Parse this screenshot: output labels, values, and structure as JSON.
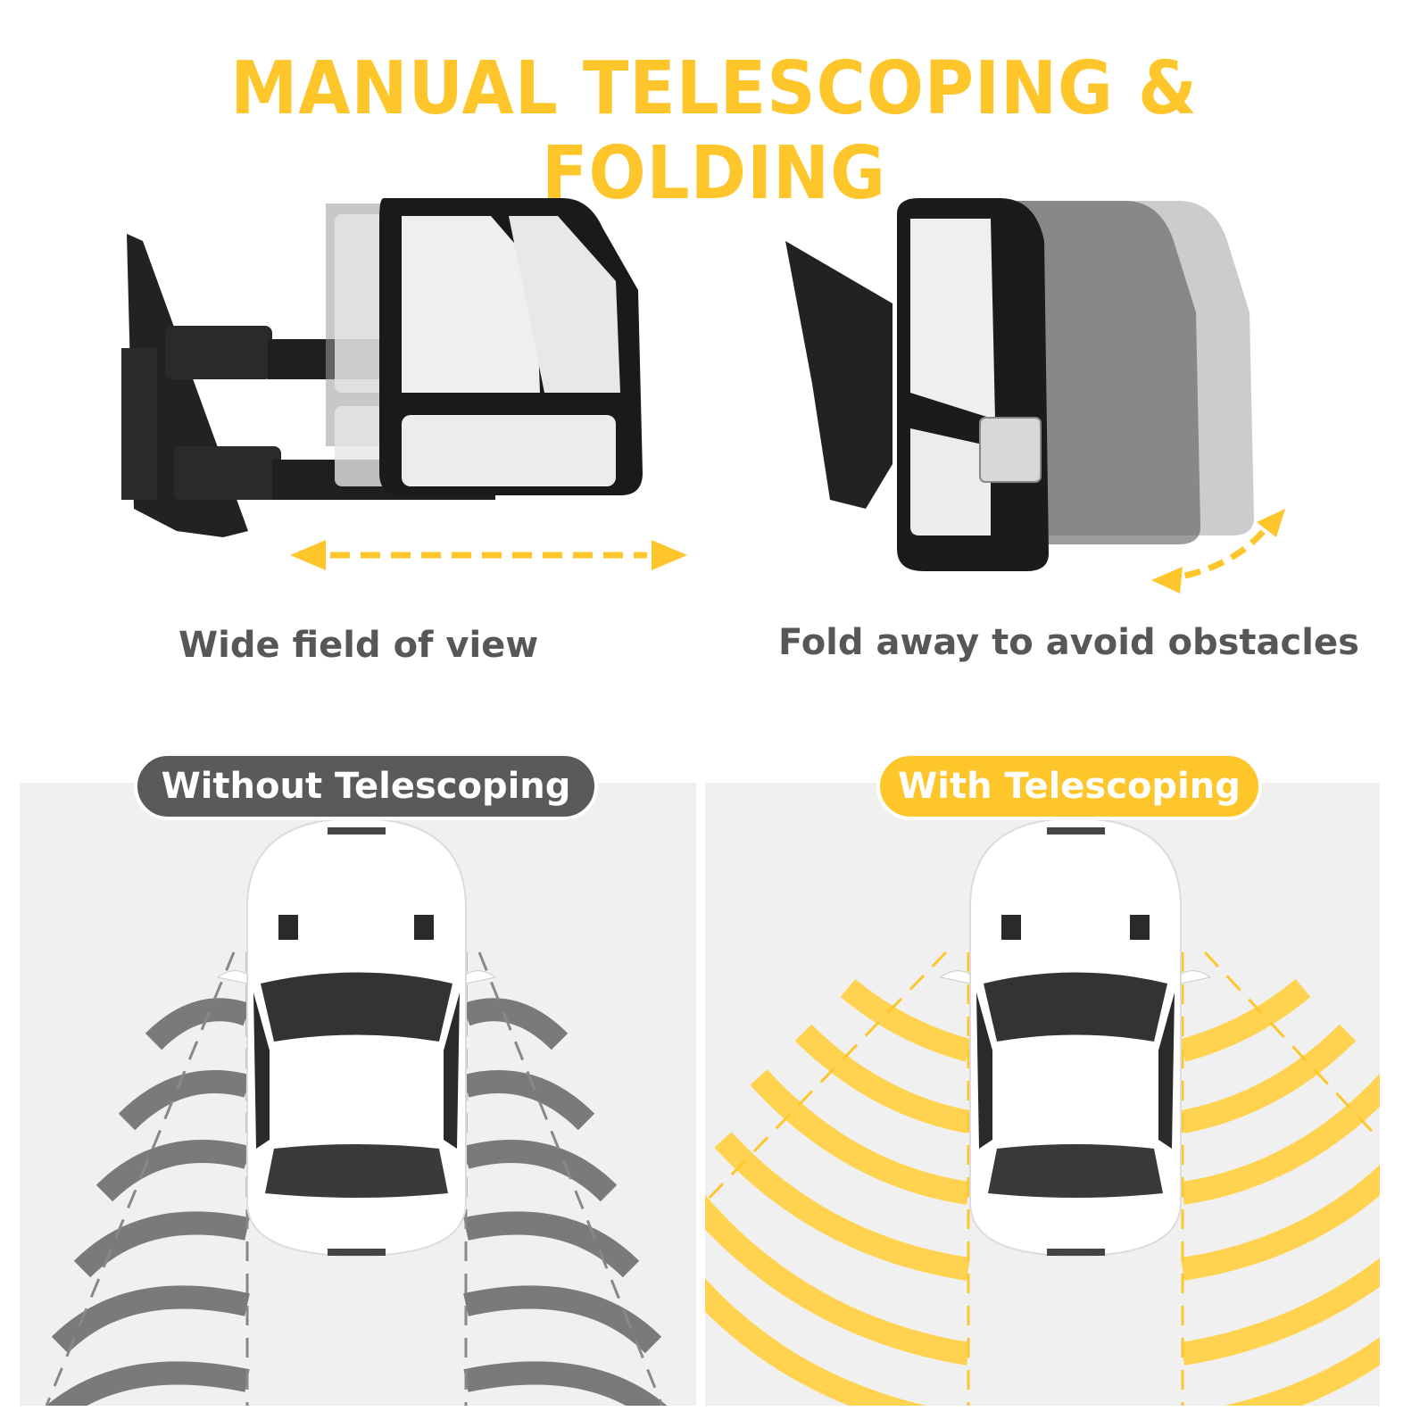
{
  "header": {
    "title": "MANUAL TELESCOPING & FOLDING"
  },
  "features": [
    {
      "caption": "Wide field of view",
      "icon": "telescoping-mirror",
      "arrow": "double-horizontal-arrow"
    },
    {
      "caption": "Fold away to avoid obstacles",
      "icon": "folding-mirror",
      "arrow": "curved-double-arrow"
    }
  ],
  "comparison": {
    "without": {
      "label": "Without Telescoping",
      "view_color": "#7a7a7a"
    },
    "with": {
      "label": "With Telescoping",
      "view_color": "#ffd250"
    }
  },
  "colors": {
    "accent": "#fec62b",
    "text_dark": "#575757",
    "pill_dark": "#5a5a5a",
    "panel_bg": "#f0f0f0"
  }
}
